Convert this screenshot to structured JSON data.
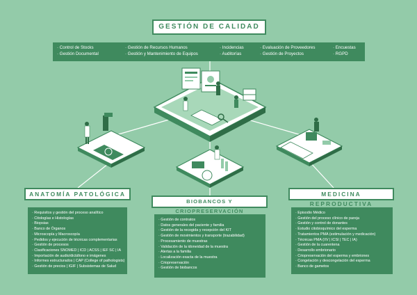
{
  "colors": {
    "background": "#93cba9",
    "panel": "#3f8a5e",
    "accent_dark": "#2f6d47",
    "light": "#ffffff"
  },
  "quality": {
    "title": "GESTIÓN DE CALIDAD",
    "columns": [
      [
        "Control de Stocks",
        "Gestión Documental"
      ],
      [
        "Gestión de Recursos Humanos",
        "Gestión y Mantenimiento de Equipos"
      ],
      [
        "Incidencias",
        "Auditorías"
      ],
      [
        "Evaluación de Proveedores",
        "Gestión de Proyectos"
      ],
      [
        "Encuestas",
        "RGPD"
      ]
    ]
  },
  "anatomia": {
    "title": "ANATOMÍA PATOLÓGICA",
    "items": [
      "Requisitos y gestión del proceso analítico",
      "Citologías e Histologías",
      "Biopsias",
      "Banco de Órganos",
      "Microscopía y Macroscopía",
      "Pedidos y ejecución de técnicas complementarias",
      "Gestión de procesos",
      "Clasificaciones SNOMED | ICD | ACSS | IEF SC | IA",
      "Importación de audio/dictáfono e imágenes",
      "Informes estructurados | CAP (College of pathologists)",
      "Gestión de precios | IGIF | Subsistemas de Salud"
    ]
  },
  "biobancos": {
    "title": "BIOBANCOS Y CRIOPRESERVACIÓN",
    "items": [
      "Gestión de contratos",
      "Datos generales del paciente y familia",
      "Gestión de la recogida y recepción del KIT",
      "Gestión de movimientos y transporte (trazabilidad)",
      "Procesamiento de muestras",
      "Validación de la idoneidad de la muestra",
      "Alertas a la familia",
      "Localización exacta de la muestra",
      "Criopreservación",
      "Gestión de biobancos"
    ]
  },
  "medicina": {
    "title": "MEDICINA REPRODUCTIVA",
    "items": [
      "Episodio Médico",
      "Gestión del proceso clínico de pareja",
      "Gestión y control de donantes",
      "Estudio citobioquímico del esperma",
      "Tratamientos PMA (estimulación y medicación)",
      "Técnicas PMA (IIV | ICSI | TEC | IA)",
      "Gestión de la cuarentena",
      "Desarrollo embrionario",
      "Criopreservación del esperma y embriones",
      "Congelación y descongelación del esperma",
      "Banco de gametos"
    ]
  },
  "icons": [
    "lab-scene-illustration",
    "microscope-illustration",
    "biobank-illustration",
    "reproductive-medicine-illustration"
  ]
}
